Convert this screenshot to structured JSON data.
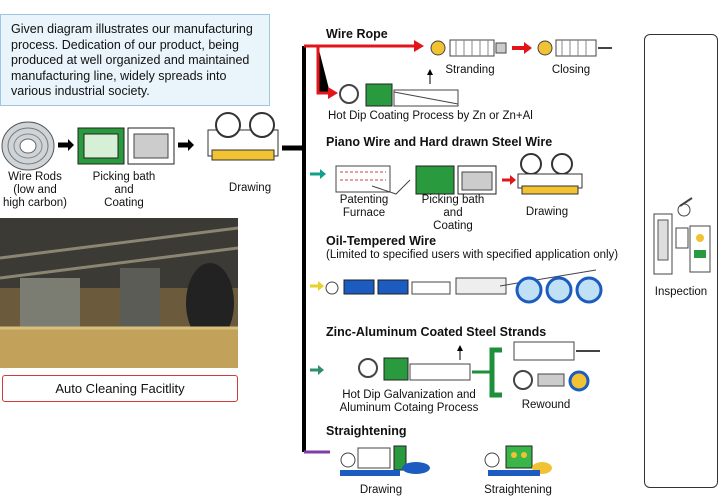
{
  "intro_text": "Given diagram illustrates our manufacturing process.  Dedication of our product, being produced at well organized and maintained manufacturing line,  widely spreads into various industrial society.",
  "left_flow": {
    "wire_rods": "Wire Rods (low and high carbon)",
    "wire_rods_lines": [
      "Wire Rods",
      "(low and",
      "high carbon)"
    ],
    "picking_lines": [
      "Picking bath",
      "and",
      "Coating"
    ],
    "drawing": "Drawing"
  },
  "facility_label": "Auto Cleaning Facitlity",
  "sections": {
    "wire_rope": {
      "title": "Wire Rope",
      "stranding": "Stranding",
      "closing": "Closing",
      "hot_dip": "Hot Dip Coating Process by Zn or Zn+Al"
    },
    "piano": {
      "title": "Piano Wire and Hard drawn Steel Wire",
      "patenting_lines": [
        "Patenting",
        "Furnace"
      ],
      "picking_lines": [
        "Picking bath",
        "and",
        "Coating"
      ],
      "drawing": "Drawing"
    },
    "oil": {
      "title": "Oil-Tempered Wire",
      "subtitle": "(Limited to specified users with specified application only)"
    },
    "zinc": {
      "title": "Zinc-Aluminum Coated Steel Strands",
      "hot_dip_lines": [
        "Hot Dip Galvanization and",
        "Aluminum Cotaing Process"
      ],
      "rewound": "Rewound"
    },
    "straight": {
      "title": "Straightening",
      "drawing": "Drawing",
      "straightening": "Straightening"
    }
  },
  "inspection": "Inspection",
  "colors": {
    "red_arrow": "#e0161b",
    "green": "#1e8f3a",
    "black_bus": "#000000"
  }
}
